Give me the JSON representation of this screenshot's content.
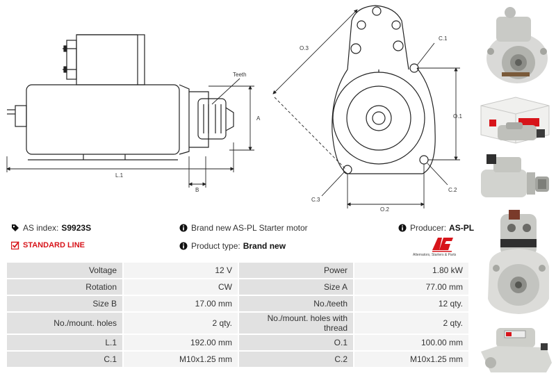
{
  "drawing": {
    "labels": {
      "teeth": "Teeth",
      "a": "A",
      "b": "B",
      "l1": "L.1",
      "o1": "O.1",
      "o2": "O.2",
      "o3": "O.3",
      "c1": "C.1",
      "c2": "C.2",
      "c3": "C.3"
    }
  },
  "info": {
    "as_index_label": "AS index:",
    "as_index_value": "S9923S",
    "standard_line": "STANDARD LINE",
    "description": "Brand new AS-PL Starter motor",
    "product_type_label": "Product type:",
    "product_type_value": "Brand new",
    "producer_label": "Producer:",
    "producer_value": "AS-PL",
    "logo_tagline": "Alternators, Starters & Parts"
  },
  "specs": [
    {
      "k1": "Voltage",
      "v1": "12 V",
      "k2": "Power",
      "v2": "1.80 kW"
    },
    {
      "k1": "Rotation",
      "v1": "CW",
      "k2": "Size A",
      "v2": "77.00 mm"
    },
    {
      "k1": "Size B",
      "v1": "17.00 mm",
      "k2": "No./teeth",
      "v2": "12 qty."
    },
    {
      "k1": "No./mount. holes",
      "v1": "2 qty.",
      "k2": "No./mount. holes with thread",
      "v2": "2 qty."
    },
    {
      "k1": "L.1",
      "v1": "192.00 mm",
      "k2": "O.1",
      "v2": "100.00 mm"
    },
    {
      "k1": "C.1",
      "v1": "M10x1.25 mm",
      "k2": "C.2",
      "v2": "M10x1.25 mm"
    }
  ],
  "colors": {
    "brand_red": "#d7141a",
    "table_key_bg": "#e1e1e1",
    "table_val_bg": "#f4f4f4"
  }
}
